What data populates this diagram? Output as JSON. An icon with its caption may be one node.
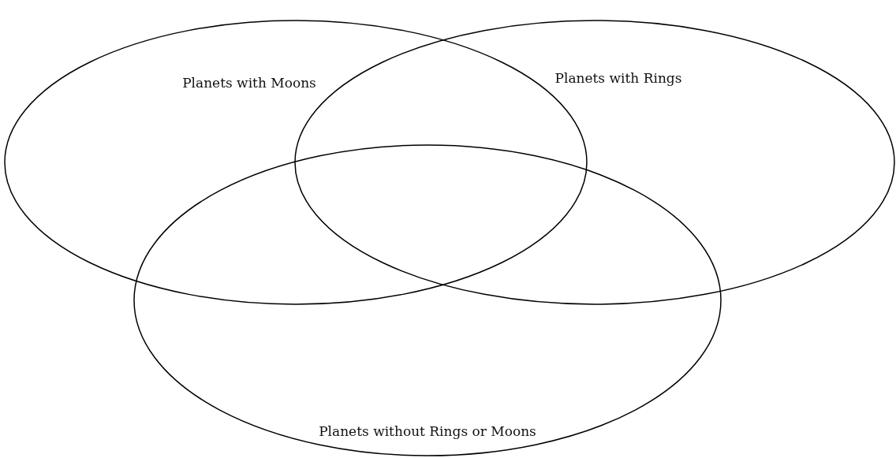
{
  "diagram": {
    "nodes": [
      {
        "text": [
          "Planets with Moons"
        ]
      },
      {
        "text": [
          "Planets with Rings"
        ]
      },
      {
        "text": [
          "Planets without Rings or Moons"
        ]
      }
    ]
  }
}
